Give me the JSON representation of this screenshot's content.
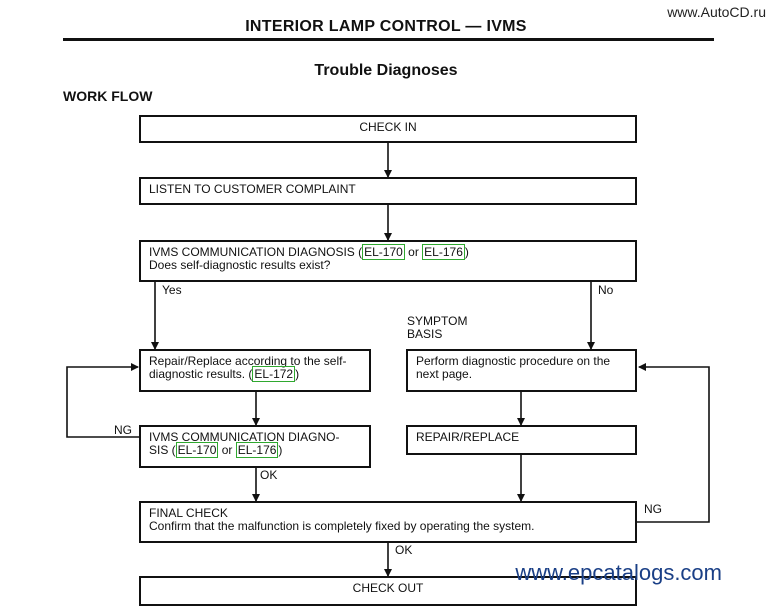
{
  "watermark_top": "www.AutoCD.ru",
  "title": "INTERIOR LAMP CONTROL — IVMS",
  "subtitle": "Trouble Diagnoses",
  "section": "WORK FLOW",
  "boxes": {
    "check_in": "CHECK IN",
    "listen": "LISTEN TO CUSTOMER COMPLAINT",
    "diag": {
      "line1_prefix": "IVMS COMMUNICATION DIAGNOSIS (",
      "ref1": "EL-170",
      "or": " or ",
      "ref2": "EL-176",
      "line1_suffix": ")",
      "line2": "Does self-diagnostic results exist?"
    },
    "repair_replace_self": {
      "line1": "Repair/Replace according to the self-",
      "line2_prefix": "diagnostic results. (",
      "ref": "EL-172",
      "line2_suffix": ")"
    },
    "perform": {
      "line1": "Perform diagnostic procedure on the",
      "line2": "next page."
    },
    "comm_diag": {
      "line1": "IVMS COMMUNICATION DIAGNO-",
      "line2_prefix": "SIS (",
      "ref1": "EL-170",
      "or": " or ",
      "ref2": "EL-176",
      "line2_suffix": ")"
    },
    "repair": "REPAIR/REPLACE",
    "final": {
      "line1": "FINAL CHECK",
      "line2": "Confirm that the malfunction is completely fixed by operating the system."
    },
    "check_out": "CHECK OUT"
  },
  "labels": {
    "yes": "Yes",
    "no": "No",
    "symptom1": "SYMPTOM",
    "symptom2": "BASIS",
    "ng_left": "NG",
    "ok_comm": "OK",
    "ng_right": "NG",
    "ok_final": "OK"
  },
  "watermark_bottom": "www.epcatalogs.com"
}
